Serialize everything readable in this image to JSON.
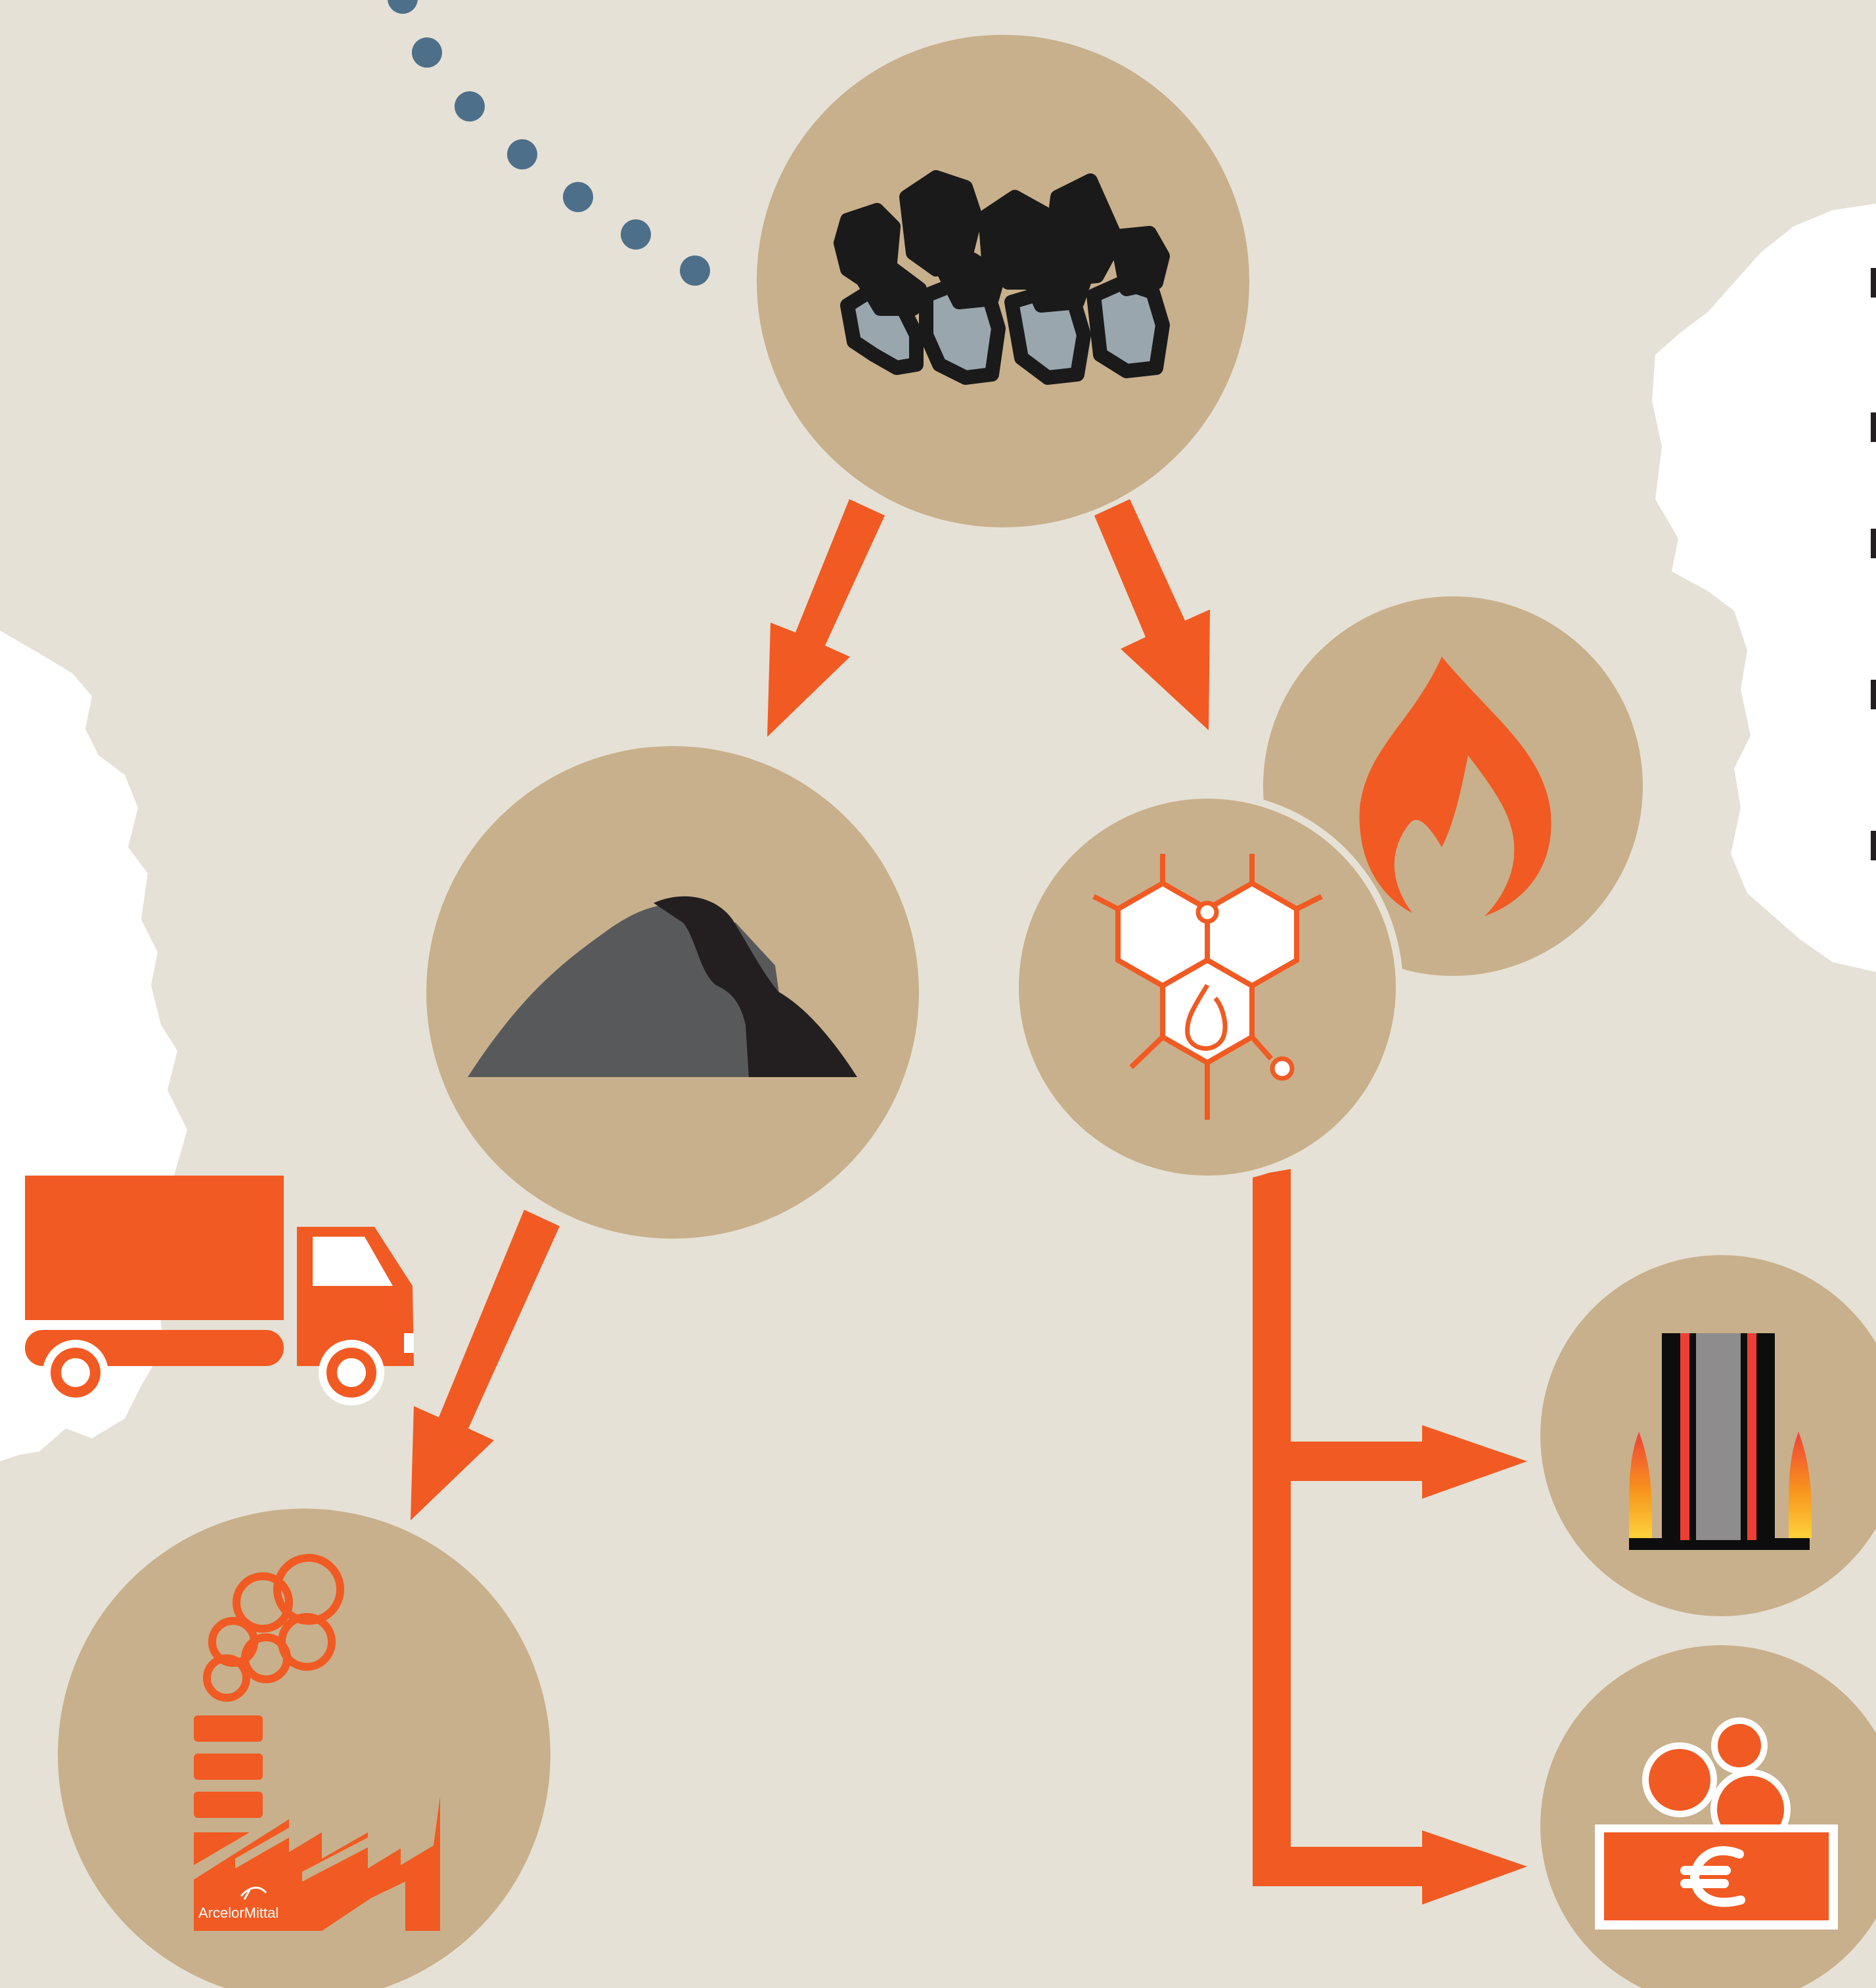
{
  "colors": {
    "background": "#e6e1d6",
    "node_fill": "#c8b08c",
    "accent": "#f15a22",
    "dots": "#4d6f8a",
    "dark": "#1a1a1a",
    "pile_light": "#58595b",
    "pile_dark": "#231f20",
    "white": "#ffffff"
  },
  "logo": {
    "text": "ArcelorMittal"
  },
  "nodes": [
    {
      "id": "coal",
      "icon": "coal-lumps-icon"
    },
    {
      "id": "coke-pile",
      "icon": "coke-pile-icon"
    },
    {
      "id": "flame",
      "icon": "flame-icon"
    },
    {
      "id": "chemicals",
      "icon": "chemical-molecule-icon"
    },
    {
      "id": "steel-plant",
      "icon": "factory-icon"
    },
    {
      "id": "power-plant",
      "icon": "power-plant-icon"
    },
    {
      "id": "revenue",
      "icon": "euro-coins-icon"
    }
  ],
  "decorations": [
    {
      "id": "truck",
      "icon": "truck-icon"
    },
    {
      "id": "map-shapes",
      "icon": "map-silhouette"
    },
    {
      "id": "dotted-route",
      "icon": "dotted-line"
    }
  ]
}
